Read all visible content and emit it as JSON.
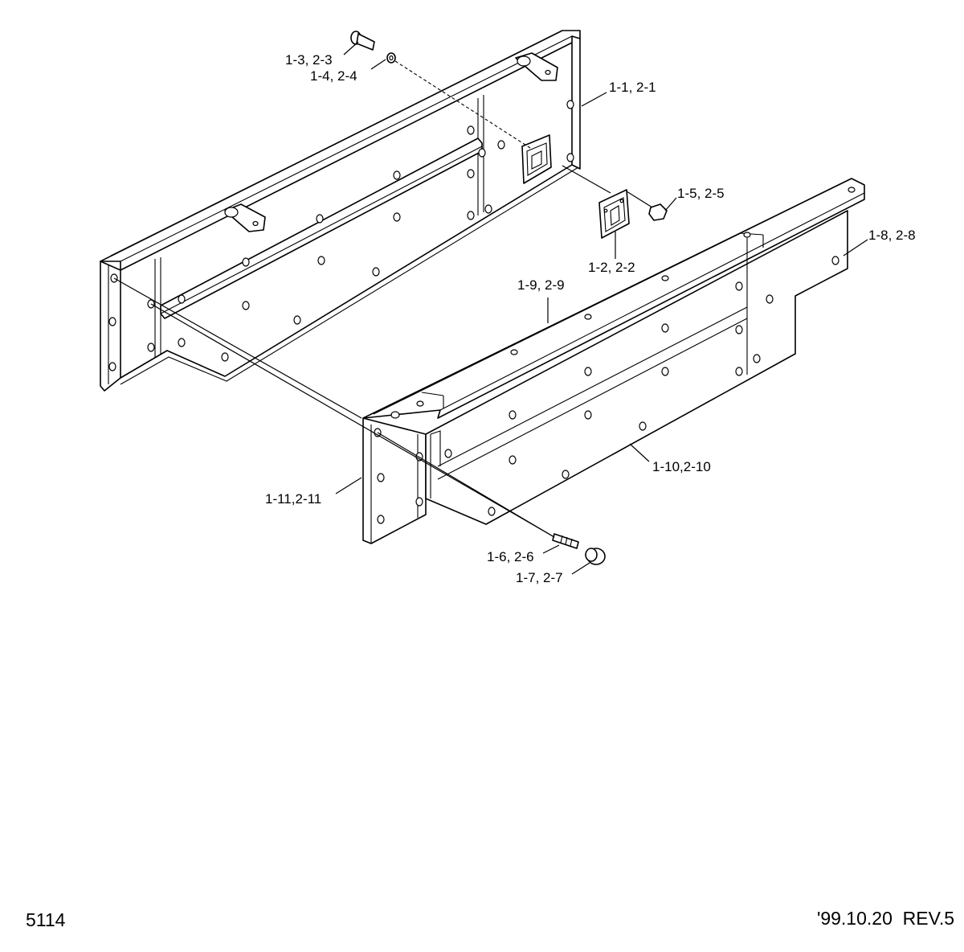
{
  "callouts": {
    "c1_3": "1-3, 2-3",
    "c1_4": "1-4, 2-4",
    "c1_1": "1-1, 2-1",
    "c1_5": "1-5, 2-5",
    "c1_2": "1-2, 2-2",
    "c1_8": "1-8, 2-8",
    "c1_9": "1-9, 2-9",
    "c1_10": "1-10,2-10",
    "c1_11": "1-11,2-11",
    "c1_6": "1-6, 2-6",
    "c1_7": "1-7, 2-7"
  },
  "footer": {
    "page_number": "5114",
    "revision": "'99.10.20  REV.5"
  }
}
